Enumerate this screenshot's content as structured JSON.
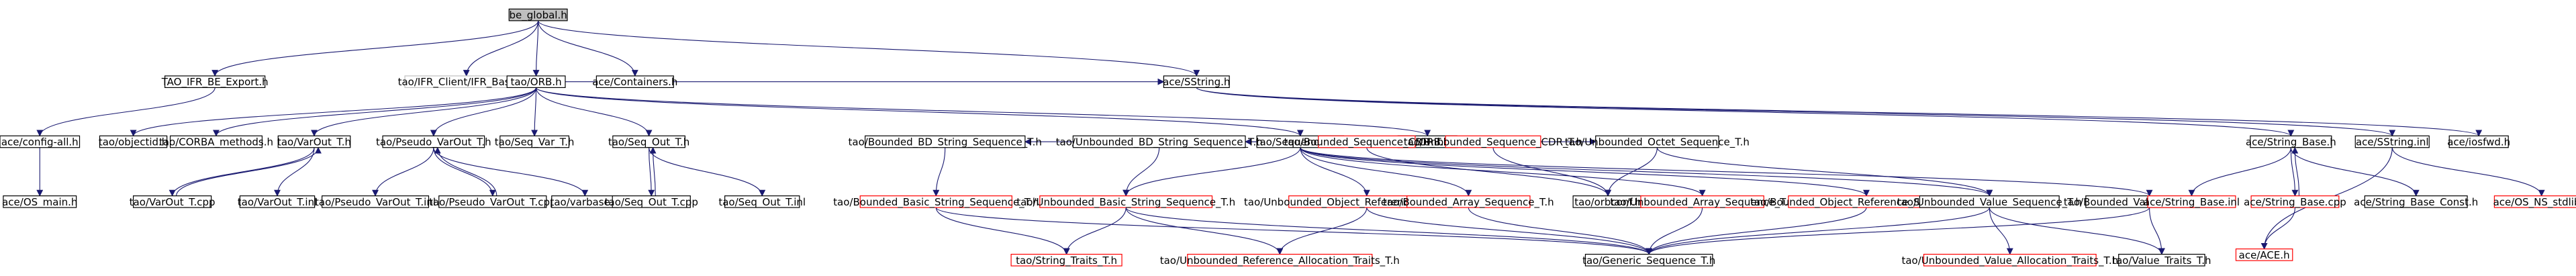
{
  "colors": {
    "edge": "#191970",
    "node_border": "#000000",
    "missing_border": "#ff0000",
    "external_border": "#bfbfbf",
    "root_fill": "#bfbfbf"
  },
  "nodes": [
    {
      "id": "n0",
      "label": "be_global.h",
      "kind": "root"
    },
    {
      "id": "n1",
      "label": "TAO_IFR_BE_Export.h",
      "kind": "normal"
    },
    {
      "id": "n2",
      "label": "tao/IFR_Client/IFR_BasicC.h",
      "kind": "external"
    },
    {
      "id": "n3",
      "label": "tao/ORB.h",
      "kind": "normal"
    },
    {
      "id": "n4",
      "label": "ace/Containers.h",
      "kind": "normal"
    },
    {
      "id": "n5",
      "label": "ace/SString.h",
      "kind": "normal"
    },
    {
      "id": "n6",
      "label": "ace/config-all.h",
      "kind": "normal"
    },
    {
      "id": "n7",
      "label": "ace/OS_main.h",
      "kind": "normal"
    },
    {
      "id": "n8",
      "label": "tao/objectid.h",
      "kind": "normal"
    },
    {
      "id": "n9",
      "label": "tao/CORBA_methods.h",
      "kind": "normal"
    },
    {
      "id": "n10",
      "label": "tao/VarOut_T.h",
      "kind": "normal"
    },
    {
      "id": "n11",
      "label": "tao/Pseudo_VarOut_T.h",
      "kind": "normal"
    },
    {
      "id": "n12",
      "label": "tao/Seq_Var_T.h",
      "kind": "normal"
    },
    {
      "id": "n13",
      "label": "tao/Seq_Out_T.h",
      "kind": "normal"
    },
    {
      "id": "n14",
      "label": "tao/Sequence_T.h",
      "kind": "normal"
    },
    {
      "id": "n15",
      "label": "tao/ORB.inl",
      "kind": "normal"
    },
    {
      "id": "n16",
      "label": "tao/VarOut_T.cpp",
      "kind": "normal"
    },
    {
      "id": "n17",
      "label": "tao/VarOut_T.inl",
      "kind": "normal"
    },
    {
      "id": "n18",
      "label": "tao/Pseudo_VarOut_T.inl",
      "kind": "normal"
    },
    {
      "id": "n19",
      "label": "tao/Pseudo_VarOut_T.cpp",
      "kind": "normal"
    },
    {
      "id": "n20",
      "label": "tao/varbase.h",
      "kind": "normal"
    },
    {
      "id": "n21",
      "label": "tao/Seq_Out_T.cpp",
      "kind": "normal"
    },
    {
      "id": "n22",
      "label": "tao/Seq_Out_T.inl",
      "kind": "normal"
    },
    {
      "id": "n23",
      "label": "tao/Bounded_BD_String_Sequence_T.h",
      "kind": "normal"
    },
    {
      "id": "n24",
      "label": "tao/Unbounded_BD_String_Sequence_T.h",
      "kind": "normal"
    },
    {
      "id": "n25",
      "label": "tao/Bounded_Sequence_CDR_T.h",
      "kind": "missing"
    },
    {
      "id": "n26",
      "label": "tao/Unbounded_Sequence_CDR_T.h",
      "kind": "missing"
    },
    {
      "id": "n27",
      "label": "tao/Unbounded_Octet_Sequence_T.h",
      "kind": "normal"
    },
    {
      "id": "n28",
      "label": "tao/Bounded_Basic_String_Sequence_T.h",
      "kind": "missing"
    },
    {
      "id": "n29",
      "label": "tao/Unbounded_Basic_String_Sequence_T.h",
      "kind": "missing"
    },
    {
      "id": "n30",
      "label": "tao/Unbounded_Object_Reference_Sequence_T.h",
      "kind": "missing"
    },
    {
      "id": "n31",
      "label": "tao/Bounded_Array_Sequence_T.h",
      "kind": "missing"
    },
    {
      "id": "n32",
      "label": "tao/orbconf.h",
      "kind": "normal"
    },
    {
      "id": "n33",
      "label": "tao/Unbounded_Array_Sequence_T.h",
      "kind": "missing"
    },
    {
      "id": "n34",
      "label": "tao/Bounded_Object_Reference_Sequence_T.h",
      "kind": "missing"
    },
    {
      "id": "n35",
      "label": "tao/Unbounded_Value_Sequence_T.h",
      "kind": "normal"
    },
    {
      "id": "n36",
      "label": "tao/Bounded_Value_Sequence_T.h",
      "kind": "normal"
    },
    {
      "id": "n37",
      "label": "tao/String_Traits_T.h",
      "kind": "missing"
    },
    {
      "id": "n38",
      "label": "tao/Unbounded_Reference_Allocation_Traits_T.h",
      "kind": "missing"
    },
    {
      "id": "n39",
      "label": "tao/Generic_Sequence_T.h",
      "kind": "normal"
    },
    {
      "id": "n40",
      "label": "tao/Unbounded_Value_Allocation_Traits_T.h",
      "kind": "missing"
    },
    {
      "id": "n41",
      "label": "tao/Value_Traits_T.h",
      "kind": "normal"
    },
    {
      "id": "n42",
      "label": "ace/String_Base.h",
      "kind": "normal"
    },
    {
      "id": "n43",
      "label": "ace/SString.inl",
      "kind": "normal"
    },
    {
      "id": "n44",
      "label": "ace/iosfwd.h",
      "kind": "normal"
    },
    {
      "id": "n45",
      "label": "ace/String_Base.inl",
      "kind": "missing"
    },
    {
      "id": "n46",
      "label": "ace/String_Base.cpp",
      "kind": "missing"
    },
    {
      "id": "n47",
      "label": "ace/String_Base_Const.h",
      "kind": "normal"
    },
    {
      "id": "n48",
      "label": "ace/OS_NS_stdlib.h",
      "kind": "missing"
    },
    {
      "id": "n49",
      "label": "ace/ACE.h",
      "kind": "missing"
    }
  ],
  "edges": [
    [
      "n0",
      "n1"
    ],
    [
      "n0",
      "n2"
    ],
    [
      "n0",
      "n3"
    ],
    [
      "n0",
      "n4"
    ],
    [
      "n0",
      "n5"
    ],
    [
      "n1",
      "n6"
    ],
    [
      "n6",
      "n7"
    ],
    [
      "n3",
      "n8"
    ],
    [
      "n3",
      "n9"
    ],
    [
      "n3",
      "n10"
    ],
    [
      "n3",
      "n11"
    ],
    [
      "n3",
      "n12"
    ],
    [
      "n3",
      "n13"
    ],
    [
      "n3",
      "n14"
    ],
    [
      "n3",
      "n15"
    ],
    [
      "n3",
      "n5"
    ],
    [
      "n10",
      "n16"
    ],
    [
      "n10",
      "n17"
    ],
    [
      "n16",
      "n10"
    ],
    [
      "n11",
      "n18"
    ],
    [
      "n11",
      "n19"
    ],
    [
      "n11",
      "n20"
    ],
    [
      "n19",
      "n11"
    ],
    [
      "n13",
      "n21"
    ],
    [
      "n13",
      "n22"
    ],
    [
      "n21",
      "n13"
    ],
    [
      "n14",
      "n23"
    ],
    [
      "n14",
      "n24"
    ],
    [
      "n14",
      "n25"
    ],
    [
      "n14",
      "n26"
    ],
    [
      "n14",
      "n27"
    ],
    [
      "n14",
      "n29"
    ],
    [
      "n14",
      "n30"
    ],
    [
      "n14",
      "n31"
    ],
    [
      "n14",
      "n33"
    ],
    [
      "n14",
      "n34"
    ],
    [
      "n14",
      "n35"
    ],
    [
      "n14",
      "n36"
    ],
    [
      "n23",
      "n28"
    ],
    [
      "n24",
      "n29"
    ],
    [
      "n27",
      "n32"
    ],
    [
      "n27",
      "n35"
    ],
    [
      "n25",
      "n32"
    ],
    [
      "n26",
      "n32"
    ],
    [
      "n28",
      "n37"
    ],
    [
      "n28",
      "n39"
    ],
    [
      "n29",
      "n37"
    ],
    [
      "n29",
      "n38"
    ],
    [
      "n29",
      "n39"
    ],
    [
      "n30",
      "n38"
    ],
    [
      "n30",
      "n39"
    ],
    [
      "n31",
      "n39"
    ],
    [
      "n33",
      "n39"
    ],
    [
      "n34",
      "n39"
    ],
    [
      "n35",
      "n39"
    ],
    [
      "n35",
      "n40"
    ],
    [
      "n35",
      "n41"
    ],
    [
      "n36",
      "n39"
    ],
    [
      "n36",
      "n41"
    ],
    [
      "n5",
      "n42"
    ],
    [
      "n5",
      "n43"
    ],
    [
      "n5",
      "n44"
    ],
    [
      "n42",
      "n45"
    ],
    [
      "n42",
      "n46"
    ],
    [
      "n42",
      "n47"
    ],
    [
      "n46",
      "n42"
    ],
    [
      "n46",
      "n49"
    ],
    [
      "n43",
      "n48"
    ],
    [
      "n43",
      "n49"
    ]
  ]
}
